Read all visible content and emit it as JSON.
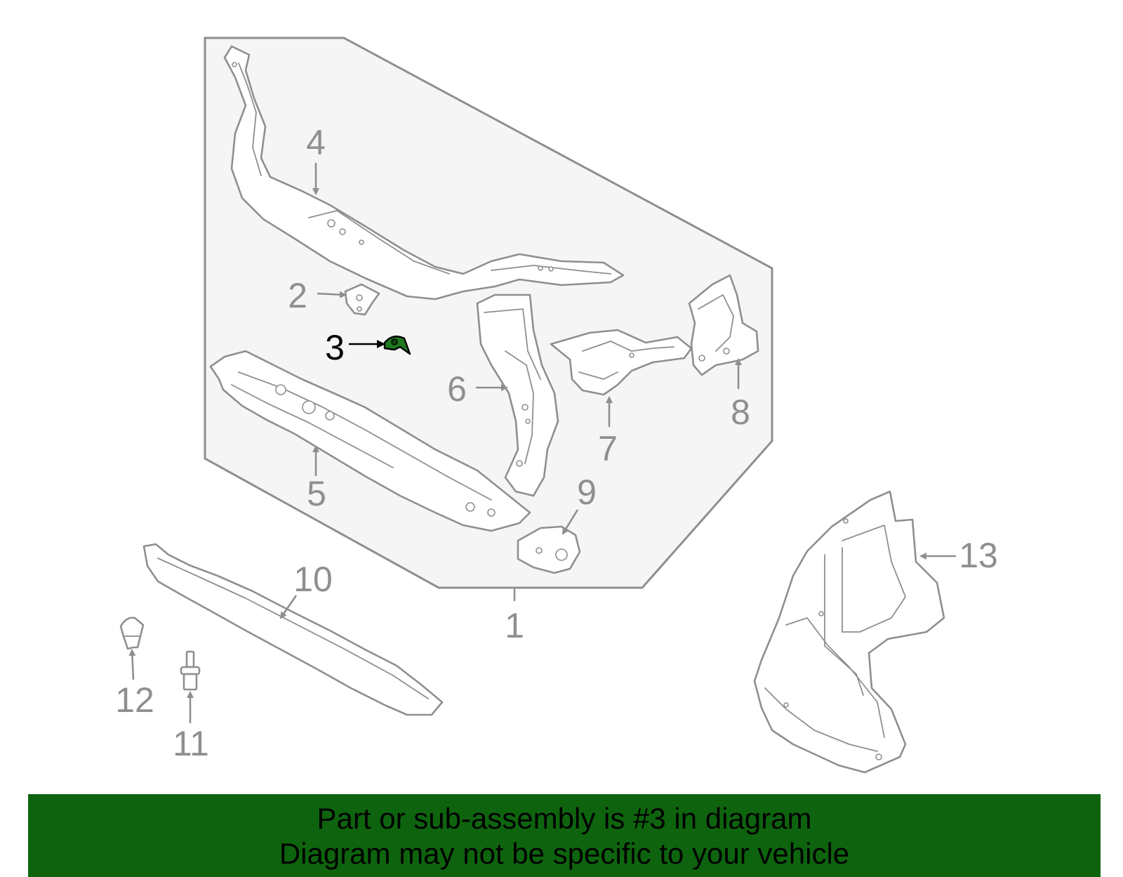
{
  "callouts": [
    {
      "id": "1",
      "label": "1"
    },
    {
      "id": "2",
      "label": "2"
    },
    {
      "id": "3",
      "label": "3"
    },
    {
      "id": "4",
      "label": "4"
    },
    {
      "id": "5",
      "label": "5"
    },
    {
      "id": "6",
      "label": "6"
    },
    {
      "id": "7",
      "label": "7"
    },
    {
      "id": "8",
      "label": "8"
    },
    {
      "id": "9",
      "label": "9"
    },
    {
      "id": "10",
      "label": "10"
    },
    {
      "id": "11",
      "label": "11"
    },
    {
      "id": "12",
      "label": "12"
    },
    {
      "id": "13",
      "label": "13"
    }
  ],
  "highlighted_part": "3",
  "banner": {
    "line1": "Part or sub-assembly is #3 in diagram",
    "line2": "Diagram may not be specific to your vehicle"
  },
  "colors": {
    "banner_bg": "#0e640e",
    "highlight_part": "#1f7a1f",
    "line_gray": "#8f8f8f",
    "assembly_bg": "#f5f5f5"
  }
}
